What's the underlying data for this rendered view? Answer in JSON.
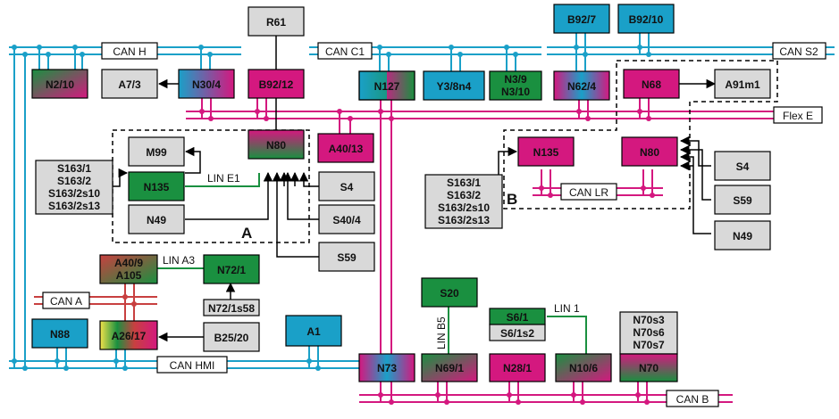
{
  "colors": {
    "can_blue": "#1aa0c8",
    "magenta": "#d4187f",
    "green": "#1a9040",
    "gray_fill": "#d9d9d9",
    "red": "#c84040",
    "black": "#000000"
  },
  "buses": {
    "can_h": "CAN H",
    "can_c1": "CAN C1",
    "can_s2": "CAN S2",
    "flex_e": "Flex E",
    "can_lr": "CAN LR",
    "can_a": "CAN A",
    "can_hmi": "CAN HMI",
    "can_b": "CAN B"
  },
  "links": {
    "lin_e1": "LIN E1",
    "lin_a3": "LIN A3",
    "lin_b5": "LIN B5",
    "lin_1": "LIN 1"
  },
  "groups": {
    "a": "A",
    "b": "B"
  },
  "modules": {
    "r61": "R61",
    "b92_7": "B92/7",
    "b92_10": "B92/10",
    "n2_10": "N2/10",
    "a7_3": "A7/3",
    "n30_4": "N30/4",
    "b92_12": "B92/12",
    "n127": "N127",
    "y3_8n4": "Y3/8n4",
    "n3_9_n3_10": [
      "N3/9",
      "N3/10"
    ],
    "n62_4": "N62/4",
    "n68": "N68",
    "a91m1": "A91m1",
    "m99": "M99",
    "n80_a": "N80",
    "a40_13": "A40/13",
    "s163_a": [
      "S163/1",
      "S163/2",
      "S163/2s10",
      "S163/2s13"
    ],
    "n135_a": "N135",
    "s4_a": "S4",
    "n49_a": "N49",
    "s40_4": "S40/4",
    "s59_a": "S59",
    "n135_b": "N135",
    "n80_b": "N80",
    "s163_b": [
      "S163/1",
      "S163/2",
      "S163/2s10",
      "S163/2s13"
    ],
    "s4_b": "S4",
    "s59_b": "S59",
    "n49_b": "N49",
    "a40_9_a105": [
      "A40/9",
      "A105"
    ],
    "n72_1": "N72/1",
    "n72_1s58": "N72/1s58",
    "n88": "N88",
    "a26_17": "A26/17",
    "b25_20": "B25/20",
    "a1": "A1",
    "n73": "N73",
    "s20": "S20",
    "s6_1": "S6/1",
    "s6_1s2": "S6/1s2",
    "n69_1": "N69/1",
    "n28_1": "N28/1",
    "n10_6": "N10/6",
    "n70_switches": [
      "N70s3",
      "N70s6",
      "N70s7"
    ],
    "n70": "N70"
  }
}
